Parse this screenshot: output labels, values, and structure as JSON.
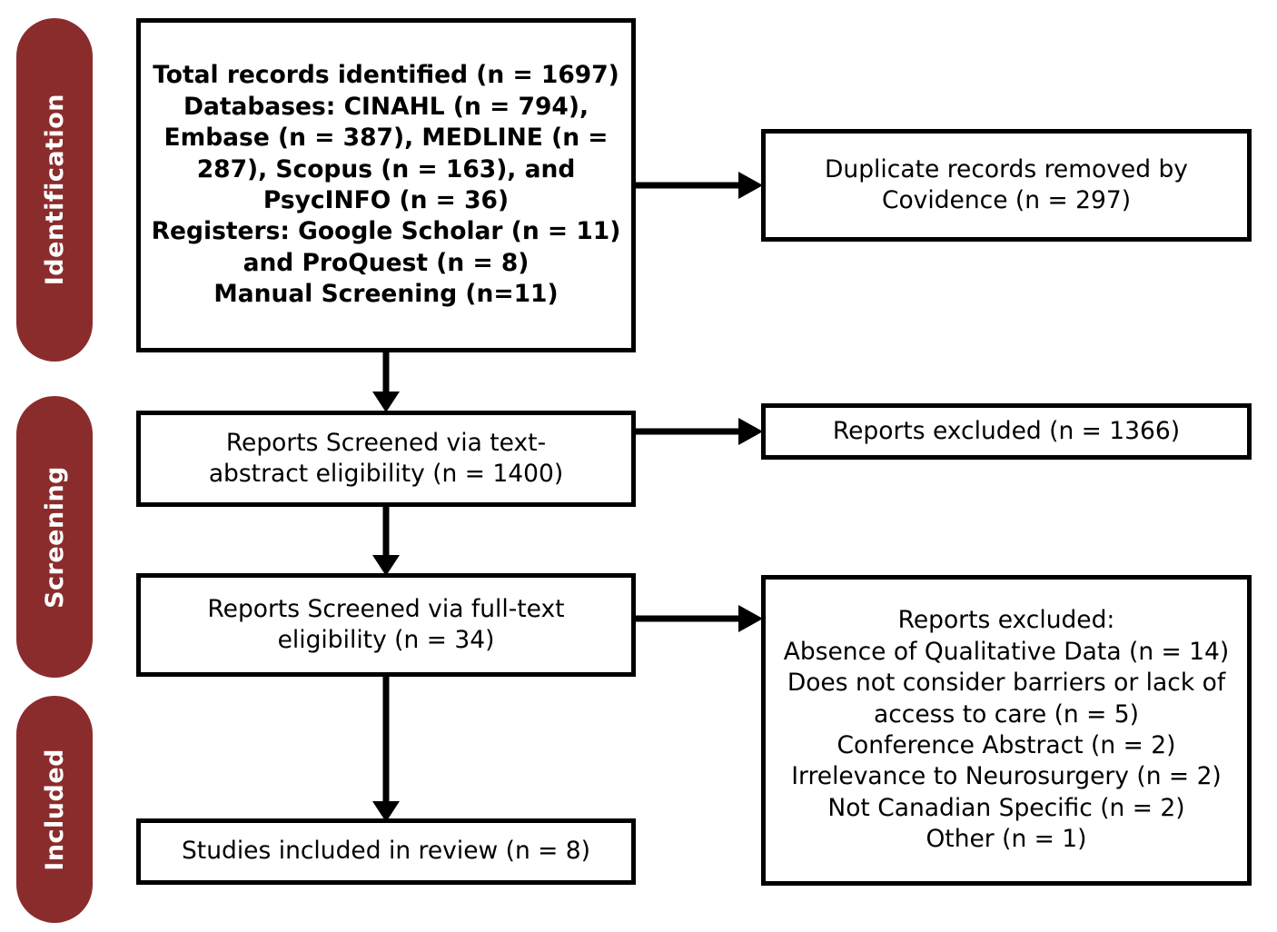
{
  "diagram": {
    "title": "PRISMA flow diagram",
    "accent_color": "#8B2C2C",
    "line_color": "#000000",
    "background_color": "#FFFFFF"
  },
  "stages": [
    {
      "label": "Identification"
    },
    {
      "label": "Screening"
    },
    {
      "label": "Included"
    }
  ],
  "boxes": {
    "identified": {
      "text": "Total records identified (n = 1697)\nDatabases: CINAHL (n = 794),\nEmbase (n = 387), MEDLINE (n =\n287), Scopus (n = 163), and\nPsycINFO (n = 36)\nRegisters: Google Scholar (n = 11)\nand ProQuest (n = 8)\nManual Screening (n=11)"
    },
    "duplicates_removed": {
      "text": "Duplicate records removed by\nCovidence (n = 297)"
    },
    "screened_abstract": {
      "text": "Reports Screened via text-\nabstract eligibility (n = 1400)"
    },
    "excluded_abstract": {
      "text": "Reports excluded (n = 1366)"
    },
    "screened_fulltext": {
      "text": "Reports Screened via full-text\neligibility (n = 34)"
    },
    "excluded_fulltext": {
      "text": "Reports excluded:\nAbsence of Qualitative Data (n = 14)\nDoes not consider barriers or lack of\naccess to care (n = 5)\nConference Abstract (n = 2)\nIrrelevance to Neurosurgery (n = 2)\nNot Canadian Specific (n = 2)\nOther (n = 1)"
    },
    "included": {
      "text": "Studies included in review (n = 8)"
    }
  },
  "counts": {
    "total_identified": 1697,
    "cinahl": 794,
    "embase": 387,
    "medline": 287,
    "scopus": 163,
    "psycinfo": 36,
    "google_scholar": 11,
    "proquest": 8,
    "manual_screening": 11,
    "duplicates_removed": 297,
    "screened_text_abstract": 1400,
    "excluded_text_abstract": 1366,
    "screened_full_text": 34,
    "excluded_absence_qualitative_data": 14,
    "excluded_no_barriers_or_access": 5,
    "excluded_conference_abstract": 2,
    "excluded_irrelevant_neurosurgery": 2,
    "excluded_not_canadian_specific": 2,
    "excluded_other": 1,
    "studies_included": 8
  }
}
